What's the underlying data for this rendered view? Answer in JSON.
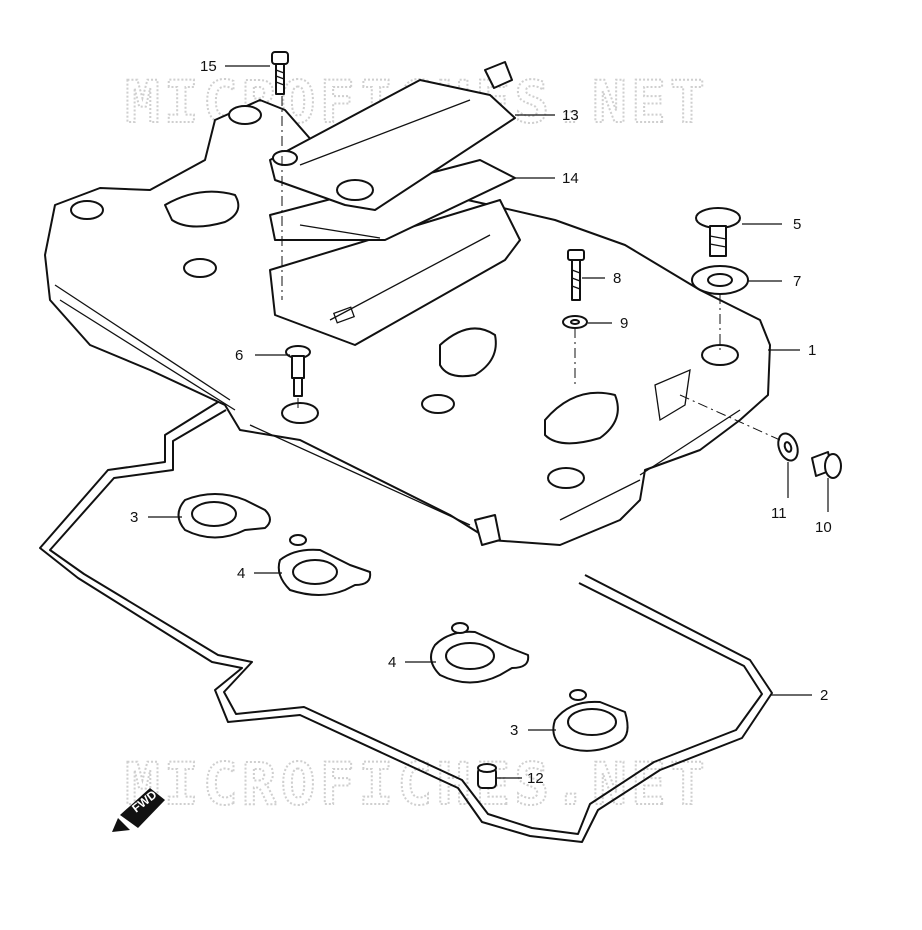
{
  "watermark": {
    "top_text": "MICROFICHES.NET",
    "bottom_text": "MICROFICHES.NET"
  },
  "fwd_badge": {
    "label": "FWD",
    "icon": "fwd-arrow-icon"
  },
  "callouts": {
    "c1": "1",
    "c2": "2",
    "c3a": "3",
    "c3b": "3",
    "c4a": "4",
    "c4b": "4",
    "c5": "5",
    "c6": "6",
    "c7": "7",
    "c8": "8",
    "c9": "9",
    "c10": "10",
    "c11": "11",
    "c12": "12",
    "c13": "13",
    "c14": "14",
    "c15": "15"
  },
  "colors": {
    "line": "#111111",
    "watermark": "#cfcfcf",
    "background": "#ffffff"
  }
}
